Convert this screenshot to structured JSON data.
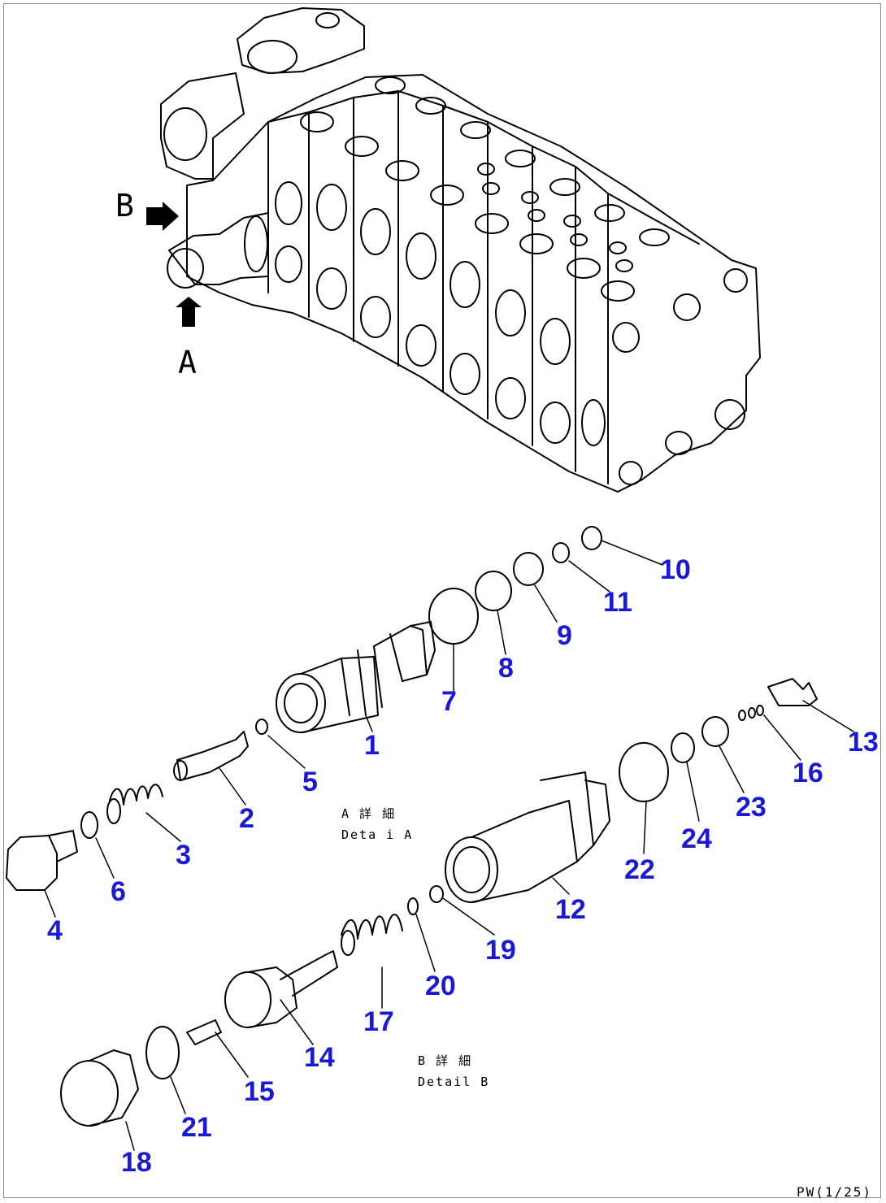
{
  "views": {
    "a_letter": "A",
    "b_letter": "B"
  },
  "details": {
    "a": {
      "title": "A 詳 細",
      "subtitle": "Deta i A"
    },
    "b": {
      "title": "B 詳 細",
      "subtitle": "Detail B"
    }
  },
  "parts": [
    "1",
    "2",
    "3",
    "4",
    "5",
    "6",
    "7",
    "8",
    "9",
    "10",
    "11",
    "12",
    "13",
    "14",
    "15",
    "16",
    "17",
    "18",
    "19",
    "20",
    "21",
    "22",
    "23",
    "24"
  ],
  "page_code": "PW(1/25)",
  "colors": {
    "part_number": "#1a1ad6",
    "line": "#000000",
    "background": "#ffffff"
  }
}
